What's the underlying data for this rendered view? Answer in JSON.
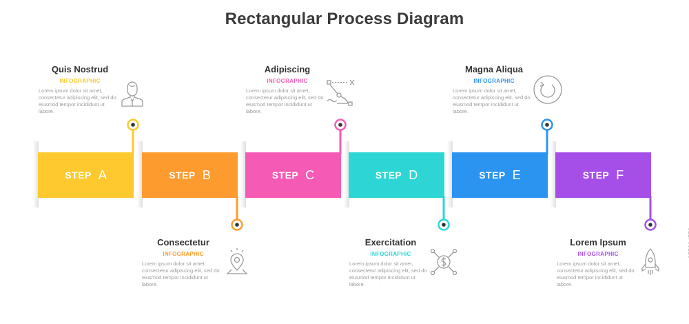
{
  "title": "Rectangular Process Diagram",
  "step_word": "STEP",
  "steps": [
    {
      "letter": "A",
      "color": "#FDC92E"
    },
    {
      "letter": "B",
      "color": "#FE9B2E"
    },
    {
      "letter": "C",
      "color": "#F55BB5"
    },
    {
      "letter": "D",
      "color": "#2DD6D4"
    },
    {
      "letter": "E",
      "color": "#2B93F0"
    },
    {
      "letter": "F",
      "color": "#A64FE8"
    }
  ],
  "blocks": [
    {
      "title": "Quis Nostrud",
      "subtitle": "INFOGRAPHIC",
      "text": "Lorem ipsum dolor sit amet, consectetur adipiscing elit, sed do eiusmod tempor incididunt ut labore.",
      "color": "#FDC92E"
    },
    {
      "title": "Consectetur",
      "subtitle": "INFOGRAPHIC",
      "text": "Lorem ipsum dolor sit amet, consectetur adipiscing elit, sed do eiusmod tempor incididunt ut labore.",
      "color": "#FE9B2E"
    },
    {
      "title": "Adipiscing",
      "subtitle": "INFOGRAPHIC",
      "text": "Lorem ipsum dolor sit amet, consectetur adipiscing elit, sed do eiusmod tempor incididunt ut labore.",
      "color": "#F55BB5"
    },
    {
      "title": "Exercitation",
      "subtitle": "INFOGRAPHIC",
      "text": "Lorem ipsum dolor sit amet, consectetur adipiscing elit, sed do eiusmod tempor incididunt ut labore.",
      "color": "#2DD6D4"
    },
    {
      "title": "Magna Aliqua",
      "subtitle": "INFOGRAPHIC",
      "text": "Lorem ipsum dolor sit amet, consectetur adipiscing elit, sed do eiusmod tempor incididunt ut labore.",
      "color": "#2B93F0"
    },
    {
      "title": "Lorem Ipsum",
      "subtitle": "INFOGRAPHIC",
      "text": "Lorem ipsum dolor sit amet, consectetur adipiscing elit, sed do eiusmod tempor incididunt ut labore.",
      "color": "#A64FE8"
    }
  ],
  "icons": [
    "businessman-icon",
    "location-pin-icon",
    "path-route-icon",
    "dollar-network-icon",
    "refresh-icon",
    "rocket-icon"
  ],
  "watermark": "355304572"
}
